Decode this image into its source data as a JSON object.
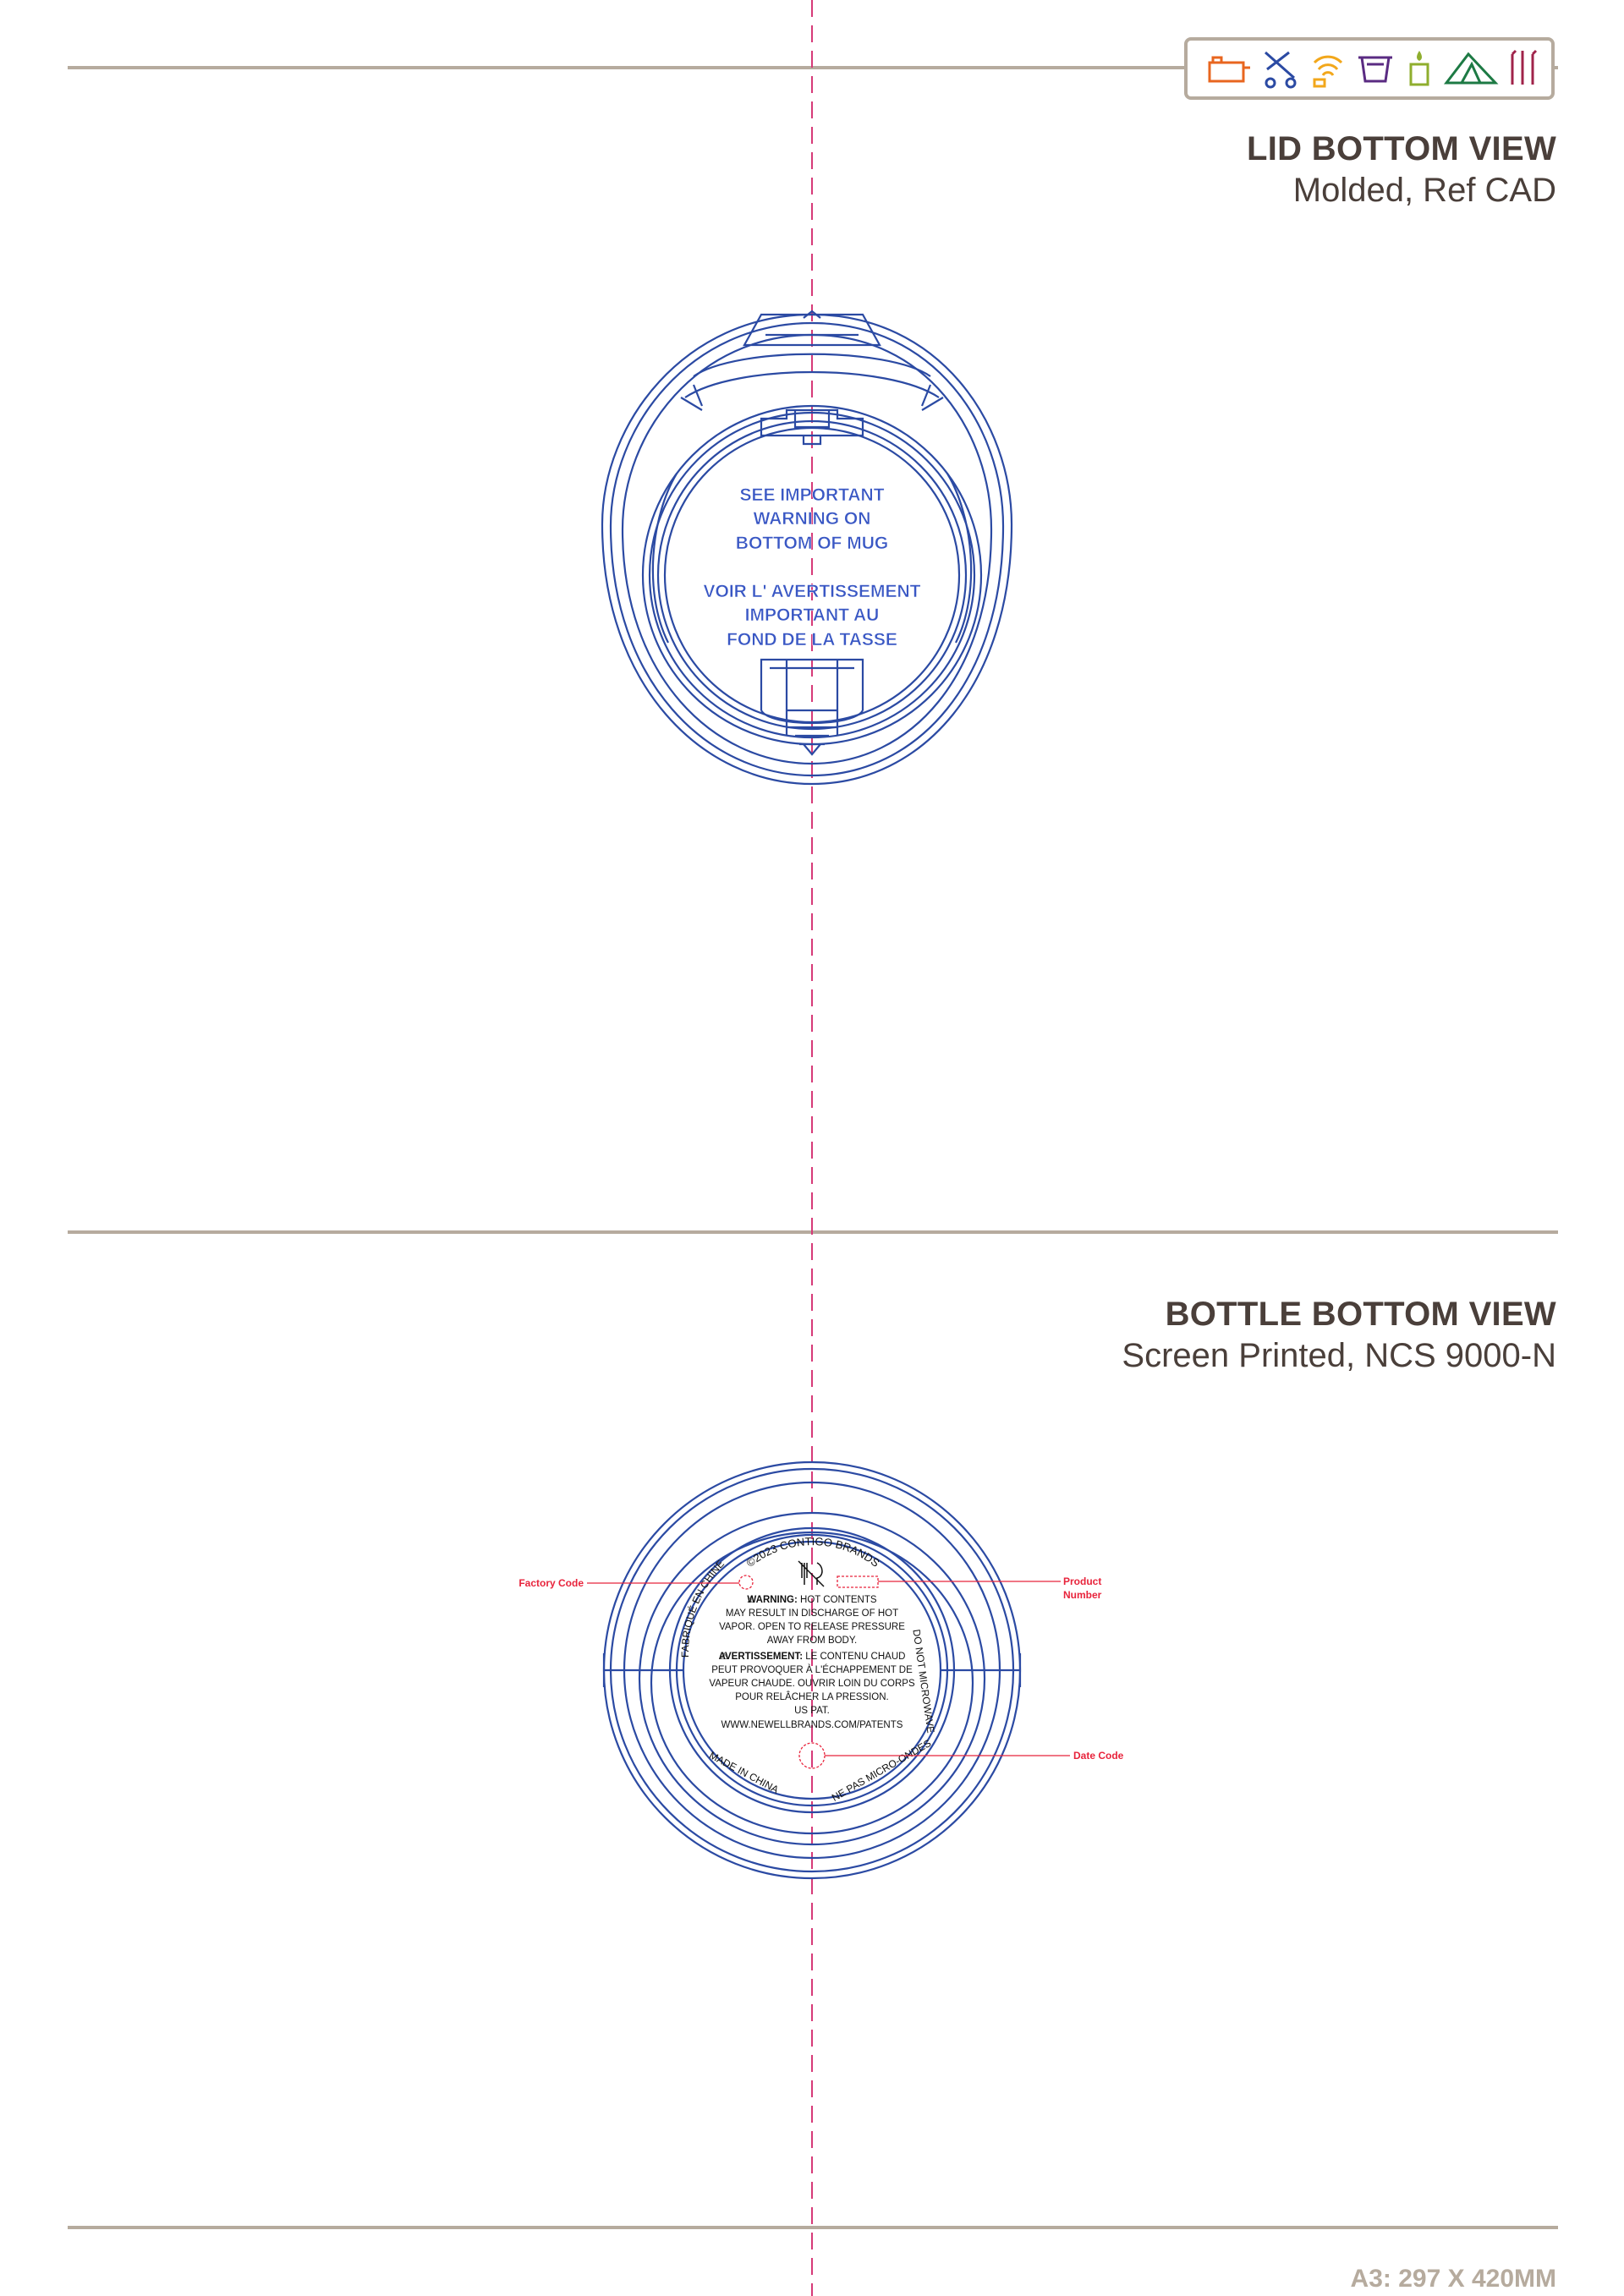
{
  "lid_section": {
    "title": "LID BOTTOM VIEW",
    "subtitle": "Molded, Ref CAD"
  },
  "bottle_section": {
    "title": "BOTTLE BOTTOM VIEW",
    "subtitle": "Screen Printed, NCS 9000-N"
  },
  "lid_text": {
    "line1": "SEE IMPORTANT",
    "line2": "WARNING ON",
    "line3": "BOTTOM OF MUG",
    "line4": "VOIR L' AVERTISSEMENT",
    "line5": "IMPORTANT AU",
    "line6": "FOND DE LA TASSE"
  },
  "bottle_text": {
    "brand": "©2023 CONTIGO BRANDS",
    "warning_label": "WARNING:",
    "warning_line1": " HOT CONTENTS",
    "warning_line2": "MAY RESULT IN DISCHARGE OF HOT",
    "warning_line3": "VAPOR. OPEN TO RELEASE PRESSURE",
    "warning_line4": "AWAY FROM BODY.",
    "avert_label": "AVERTISSEMENT:",
    "avert_line1": " LE CONTENU CHAUD",
    "avert_line2": "PEUT PROVOQUER À L'ÉCHAPPEMENT DE",
    "avert_line3": "VAPEUR CHAUDE. OUVRIR LOIN DU CORPS",
    "avert_line4": "POUR RELÂCHER LA PRESSION.",
    "patent": "US PAT.",
    "url": "WWW.NEWELLBRANDS.COM/PATENTS",
    "arc_left": "FABRIQUÉ EN CHINE",
    "arc_bottom_left": "MADE IN CHINA",
    "arc_bottom_right": "NE PAS MICRO-ONDES",
    "arc_right": "DO NOT MICROWAVE"
  },
  "callouts": {
    "factory_code": "Factory Code",
    "product_number_1": "Product",
    "product_number_2": "Number",
    "date_code": "Date Code"
  },
  "footer": {
    "paper_size": "A3: 297 X 420MM"
  },
  "icons": [
    "pot-icon",
    "stroller-icon",
    "wifi-icon",
    "container-icon",
    "candle-icon",
    "tent-icon",
    "pens-icon"
  ],
  "colors": {
    "line_blue": "#2b4aa3",
    "text_blue": "#3957c4",
    "callout_red": "#e8243c",
    "centerline_pink": "#d63a78",
    "rule_gray": "#b6ab9e",
    "heading_brown": "#4a3f3a"
  }
}
